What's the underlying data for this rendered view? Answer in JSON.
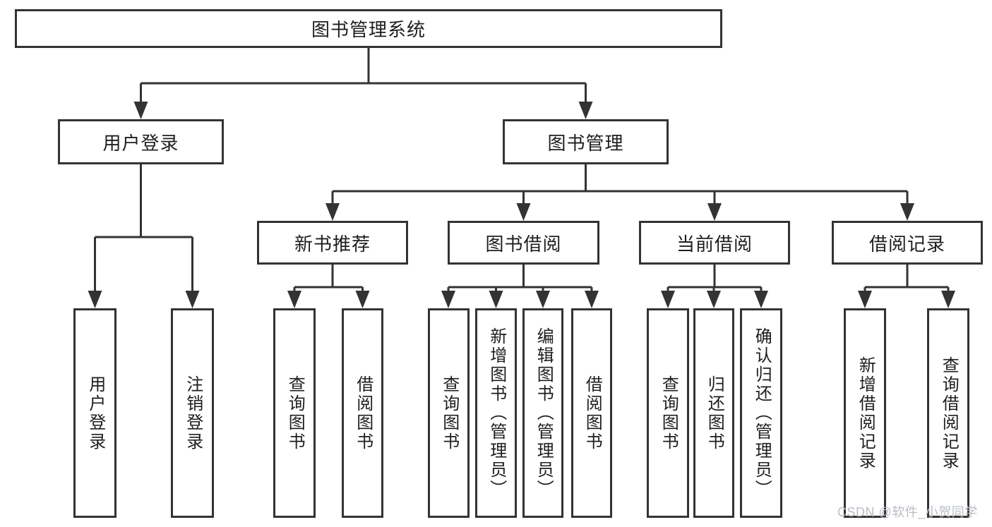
{
  "diagram": {
    "root": {
      "label": "图书管理系统"
    },
    "branches": [
      {
        "label": "用户登录",
        "children": [
          {
            "label": "用户登录"
          },
          {
            "label": "注销登录"
          }
        ]
      },
      {
        "label": "图书管理",
        "children": [
          {
            "label": "新书推荐",
            "children": [
              {
                "label": "查询图书"
              },
              {
                "label": "借阅图书"
              }
            ]
          },
          {
            "label": "图书借阅",
            "children": [
              {
                "label": "查询图书"
              },
              {
                "label": "新增图书（管理员）"
              },
              {
                "label": "编辑图书（管理员）"
              },
              {
                "label": "借阅图书"
              }
            ]
          },
          {
            "label": "当前借阅",
            "children": [
              {
                "label": "查询图书"
              },
              {
                "label": "归还图书"
              },
              {
                "label": "确认归还（管理员）"
              }
            ]
          },
          {
            "label": "借阅记录",
            "children": [
              {
                "label": "新增借阅记录"
              },
              {
                "label": "查询借阅记录"
              }
            ]
          }
        ]
      }
    ]
  },
  "watermark": {
    "text": "CSDN @软件_小贺同学"
  },
  "colors": {
    "line": "#333333",
    "border": "#333333",
    "text": "#1e1e1e",
    "watermark": "#b9bdc3",
    "background": "#ffffff"
  }
}
